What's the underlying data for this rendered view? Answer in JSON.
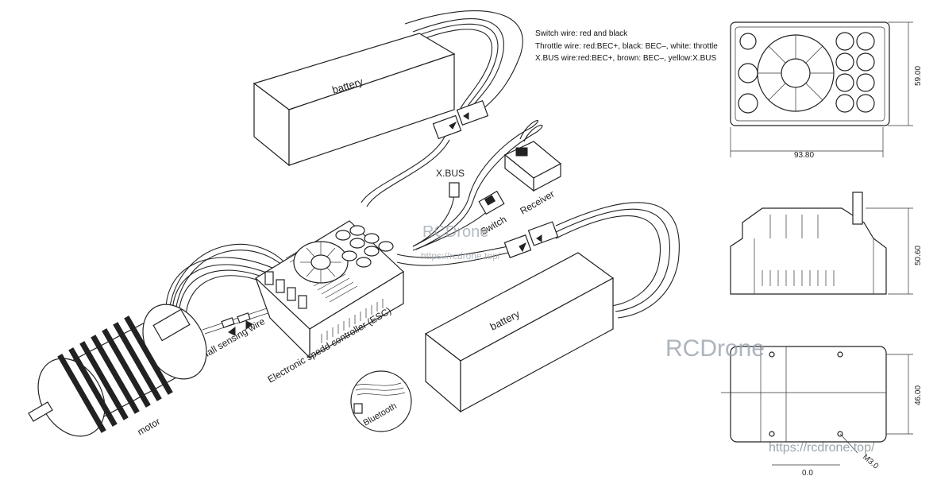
{
  "notes": {
    "switch_wire": "Switch wire: red and black",
    "throttle_wire": "Throttle wire: red:BEC+, black: BEC–, white: throttle",
    "xbus_wire": "X.BUS wire:red:BEC+, brown: BEC–, yellow:X.BUS"
  },
  "labels": {
    "battery_top": "battery",
    "battery_bottom": "battery",
    "xbus": "X.BUS",
    "switch": "Switch",
    "receiver": "Receiver",
    "hall": "Hall sensing wire",
    "esc": "Electronic spedd controller (ESC)",
    "motor": "motor",
    "bluetooth": "Bluetooth"
  },
  "dimensions": {
    "top_height": "59.00",
    "top_width": "93.80",
    "side_height": "50.60",
    "bottom_height": "46.00",
    "bottom_width": "0.0",
    "screw": "M3.0"
  },
  "watermarks": {
    "brand_center": "RCDrone",
    "url_center": "https://rcdrone.top/",
    "brand_right": "RCDrone",
    "url_right": "https://rcdrone.top/"
  }
}
